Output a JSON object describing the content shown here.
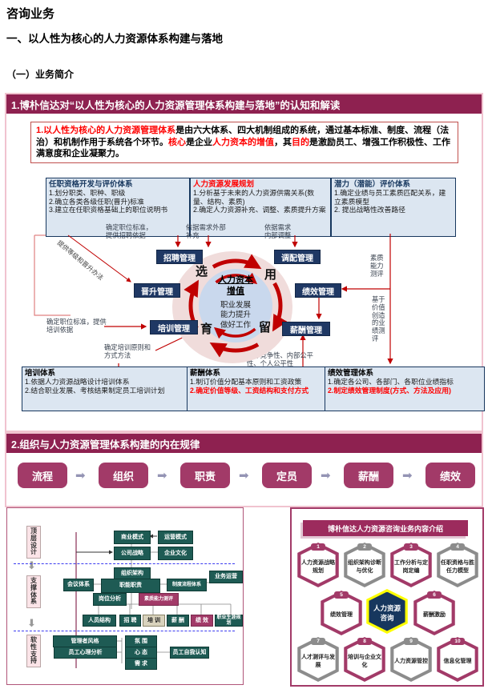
{
  "colors": {
    "brand_maroon": "#8E2150",
    "brand_magenta": "#A23A68",
    "navy": "#1F3864",
    "teal": "#1E5B54",
    "light_blue_box": "#DCE6F1",
    "red_accent": "#FF0000",
    "line_red": "#C00000",
    "ring_pink": "#F0DCDB",
    "inner_blue": "#C9D8ED",
    "gray_badge": "#8C8C8C",
    "center_badge_blue": "#17375E",
    "center_badge_border": "#FFFF00"
  },
  "hd": {
    "t1": "咨询业务",
    "t2": "一、以人性为核心的人力资源体系构建与落地",
    "t3": "（一）业务简介"
  },
  "s1": {
    "banner": "1.博朴信达对“以人性为核心的人力资源管理体系构建与落地”的认知和解读",
    "intro": [
      {
        "t": "1.以人性为核心的人力资源管理体系"
      },
      {
        "t": "是由六大体系、四大机制组成的系统，通过基本标准、制度、流程（法治）和机制作用于系统各个环节。"
      },
      {
        "t": "核心"
      },
      {
        "t": "是企业"
      },
      {
        "t": "人力资本的增值"
      },
      {
        "t": "，其"
      },
      {
        "t": "目的"
      },
      {
        "t": "是激励员工、增强工作积极性、工作满意度和企业凝聚力。"
      }
    ],
    "tb": [
      {
        "title": "任职资格开发与评价体系",
        "items": [
          "1.划分职类、职种、职级",
          "2.确立各类各级任职(晋升)标准",
          "3.建立在任职资格基础上的职位说明书"
        ]
      },
      {
        "title": "人力资源发展规划",
        "items": [
          "1.分析基于未来的人力资源供需关系(数量、结构、素质)",
          "2.确定人力资源补充、调整、素质提升方案"
        ]
      },
      {
        "title": "潜力（潜能）评价体系",
        "items": [
          "1.确定业绩与员工素质匹配关系，建立素质模型",
          "2. 提出战略性改善路径"
        ]
      }
    ],
    "an": {
      "recruit": "确定职位标准，\n提供招聘依据",
      "external": "依据需求外部\n补充",
      "internal": "依据需求\n内部调整",
      "diag": "提供等级和晋升办法",
      "train_left": "确定职位标准，提供\n培训依据",
      "train_prin": "确定培训原则和\n方式方法",
      "fair": "外部竞争性、内部公平\n性、个人公平性",
      "qual": "素质\n能力\n测评",
      "value": "基于\n价值\n创造\n的业\n绩测\n评"
    },
    "circle": {
      "title": "人力资本\n增值",
      "body": "职业发展\n能力提升\n做好工作",
      "c1": "选",
      "c2": "用",
      "c3": "育",
      "c4": "留"
    },
    "mg": {
      "recruit": "招聘管理",
      "deploy": "调配管理",
      "promote": "晋升管理",
      "perf": "绩效管理",
      "train": "培训管理",
      "salary": "薪酬管理"
    },
    "bb": [
      {
        "title": "培训体系",
        "items": [
          "1.依据人力资源战略设计培训体系",
          "2.结合职业发展、考核结果制定员工培训计划"
        ]
      },
      {
        "title": "薪酬体系",
        "items": [
          "1.制订价值分配基本原则和工资政策",
          "2.确定价值等级、工资结构和支付方式"
        ]
      },
      {
        "title": "绩效管理体系",
        "items": [
          "1.确定各公司、各部门、各职位业绩指标",
          "2.制定绩效管理制度(方式、方法及应用)"
        ]
      }
    ]
  },
  "s2": {
    "banner": "2.组织与人力资源管理体系构建的内在规律",
    "flow": [
      "流程",
      "组织",
      "职责",
      "定员",
      "薪酬",
      "绩效"
    ],
    "arrow": "➡"
  },
  "org": {
    "side": [
      "顶层设计",
      "支撑体系",
      "软性支持"
    ],
    "b": {
      "biz": "商业模式",
      "ops": "运营模式",
      "strategy": "公司战略",
      "culture": "企业文化",
      "structure": "组织架构",
      "bizops": "业务运营",
      "meeting": "会议体系",
      "duty": "职能职责",
      "process": "制度流程体系",
      "jobanal": "岗位分析",
      "quality": "素质能力测评",
      "staff": "人员结构",
      "recruit": "招 聘",
      "train": "培 训",
      "salary": "薪 酬",
      "perf": "绩 效",
      "career": "职业生涯规划",
      "style": "管理者风格",
      "climate": "氛 围",
      "psych": "员工心理分析",
      "mind": "心 态",
      "selfknow": "员工自我认知",
      "need": "需 求"
    }
  },
  "ip": {
    "header": "博朴信达人力资源咨询业务内容介绍",
    "center": "人力资源\n咨询",
    "badges": [
      {
        "num": "1",
        "label": "人力资源战略规划",
        "color": "magenta"
      },
      {
        "num": "2",
        "label": "组织架构诊断与优化",
        "color": "gray"
      },
      {
        "num": "3",
        "label": "工作分析与定岗定编",
        "color": "magenta"
      },
      {
        "num": "4",
        "label": "任职资格与胜任力模型",
        "color": "gray"
      },
      {
        "num": "5",
        "label": "绩效管理",
        "color": "magenta"
      },
      {
        "num": "6",
        "label": "薪酬激励",
        "color": "magenta"
      },
      {
        "num": "7",
        "label": "人才测评与发展",
        "color": "gray"
      },
      {
        "num": "8",
        "label": "培训与企业文化",
        "color": "magenta"
      },
      {
        "num": "9",
        "label": "人力资源管控",
        "color": "gray"
      },
      {
        "num": "10",
        "label": "信息化管理",
        "color": "magenta"
      }
    ]
  }
}
